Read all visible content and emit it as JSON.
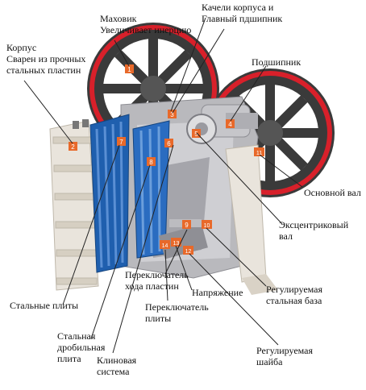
{
  "labels": {
    "flywheel": [
      "Маховик",
      "Увеличивает инерцию"
    ],
    "swing_bearing": [
      "Качели корпуса и",
      "Главный пдшипник"
    ],
    "frame": [
      "Корпус",
      "Сварен из прочных",
      "стальных пластин"
    ],
    "bearing": [
      "Подшипник"
    ],
    "main_shaft": [
      "Основной вал"
    ],
    "eccentric_shaft": [
      "Эксцентриковый",
      "вал"
    ],
    "steel_plates": [
      "Стальные плиты"
    ],
    "plate_switch": [
      "Переключатель",
      "хода пластин"
    ],
    "tension": [
      "Напряжение"
    ],
    "adjustable_base": [
      "Регулируемая",
      "стальная база"
    ],
    "plate_switch_2": [
      "Переключатель",
      "плиты"
    ],
    "crushing_plate": [
      "Стальная",
      "дробильная",
      "плита"
    ],
    "adjustable_washer": [
      "Регулируемая",
      "шайба"
    ],
    "wedge_system": [
      "Клиновая",
      "система"
    ]
  },
  "markers": [
    "1",
    "2",
    "3",
    "4",
    "5",
    "6",
    "7",
    "8",
    "9",
    "10",
    "11",
    "12",
    "13",
    "14"
  ],
  "colors": {
    "marker": "#e8692a",
    "flywheel_rim": "#d8202a",
    "flywheel_body": "#3a3a3a",
    "jaw_blue": "#1f5fae",
    "frame_light": "#e9e4dc",
    "body_grey": "#b9b9bd",
    "leader": "#222222"
  }
}
